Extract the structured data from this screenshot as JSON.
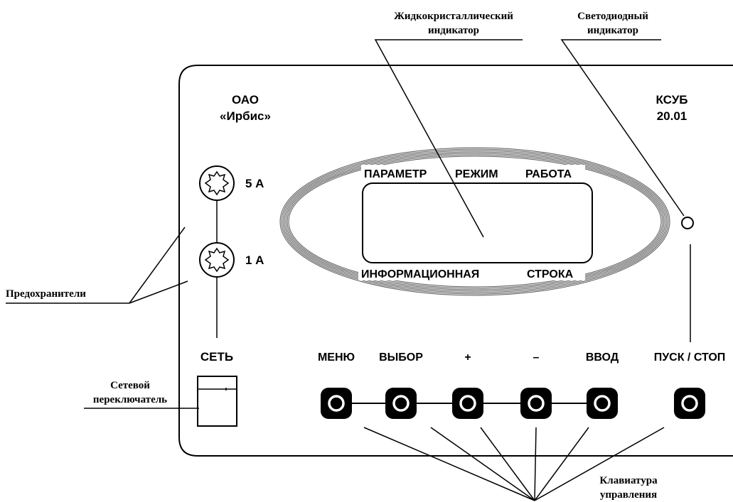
{
  "panel": {
    "maker_line1": "ОАО",
    "maker_line2": "«Ирбис»",
    "model_line1": "КСУБ",
    "model_line2": "20.01",
    "fuse_top_label": "5 А",
    "fuse_bottom_label": "1 А",
    "power_label": "СЕТЬ"
  },
  "lcd": {
    "top_labels": [
      "ПАРАМЕТР",
      "РЕЖИМ",
      "РАБОТА"
    ],
    "bottom_labels": [
      "ИНФОРМАЦИОННАЯ",
      "СТРОКА"
    ]
  },
  "keys": {
    "menu": "МЕНЮ",
    "select": "ВЫБОР",
    "plus": "+",
    "minus": "–",
    "enter": "ВВОД",
    "start_stop": "ПУСК / СТОП"
  },
  "callouts": {
    "lcd_line1": "Жидкокристаллический",
    "lcd_line2": "индикатор",
    "led_line1": "Светодиодный",
    "led_line2": "индикатор",
    "fuses": "Предохранители",
    "switch_line1": "Сетевой",
    "switch_line2": "переключатель",
    "keyboard_line1": "Клавиатура",
    "keyboard_line2": "управления"
  }
}
